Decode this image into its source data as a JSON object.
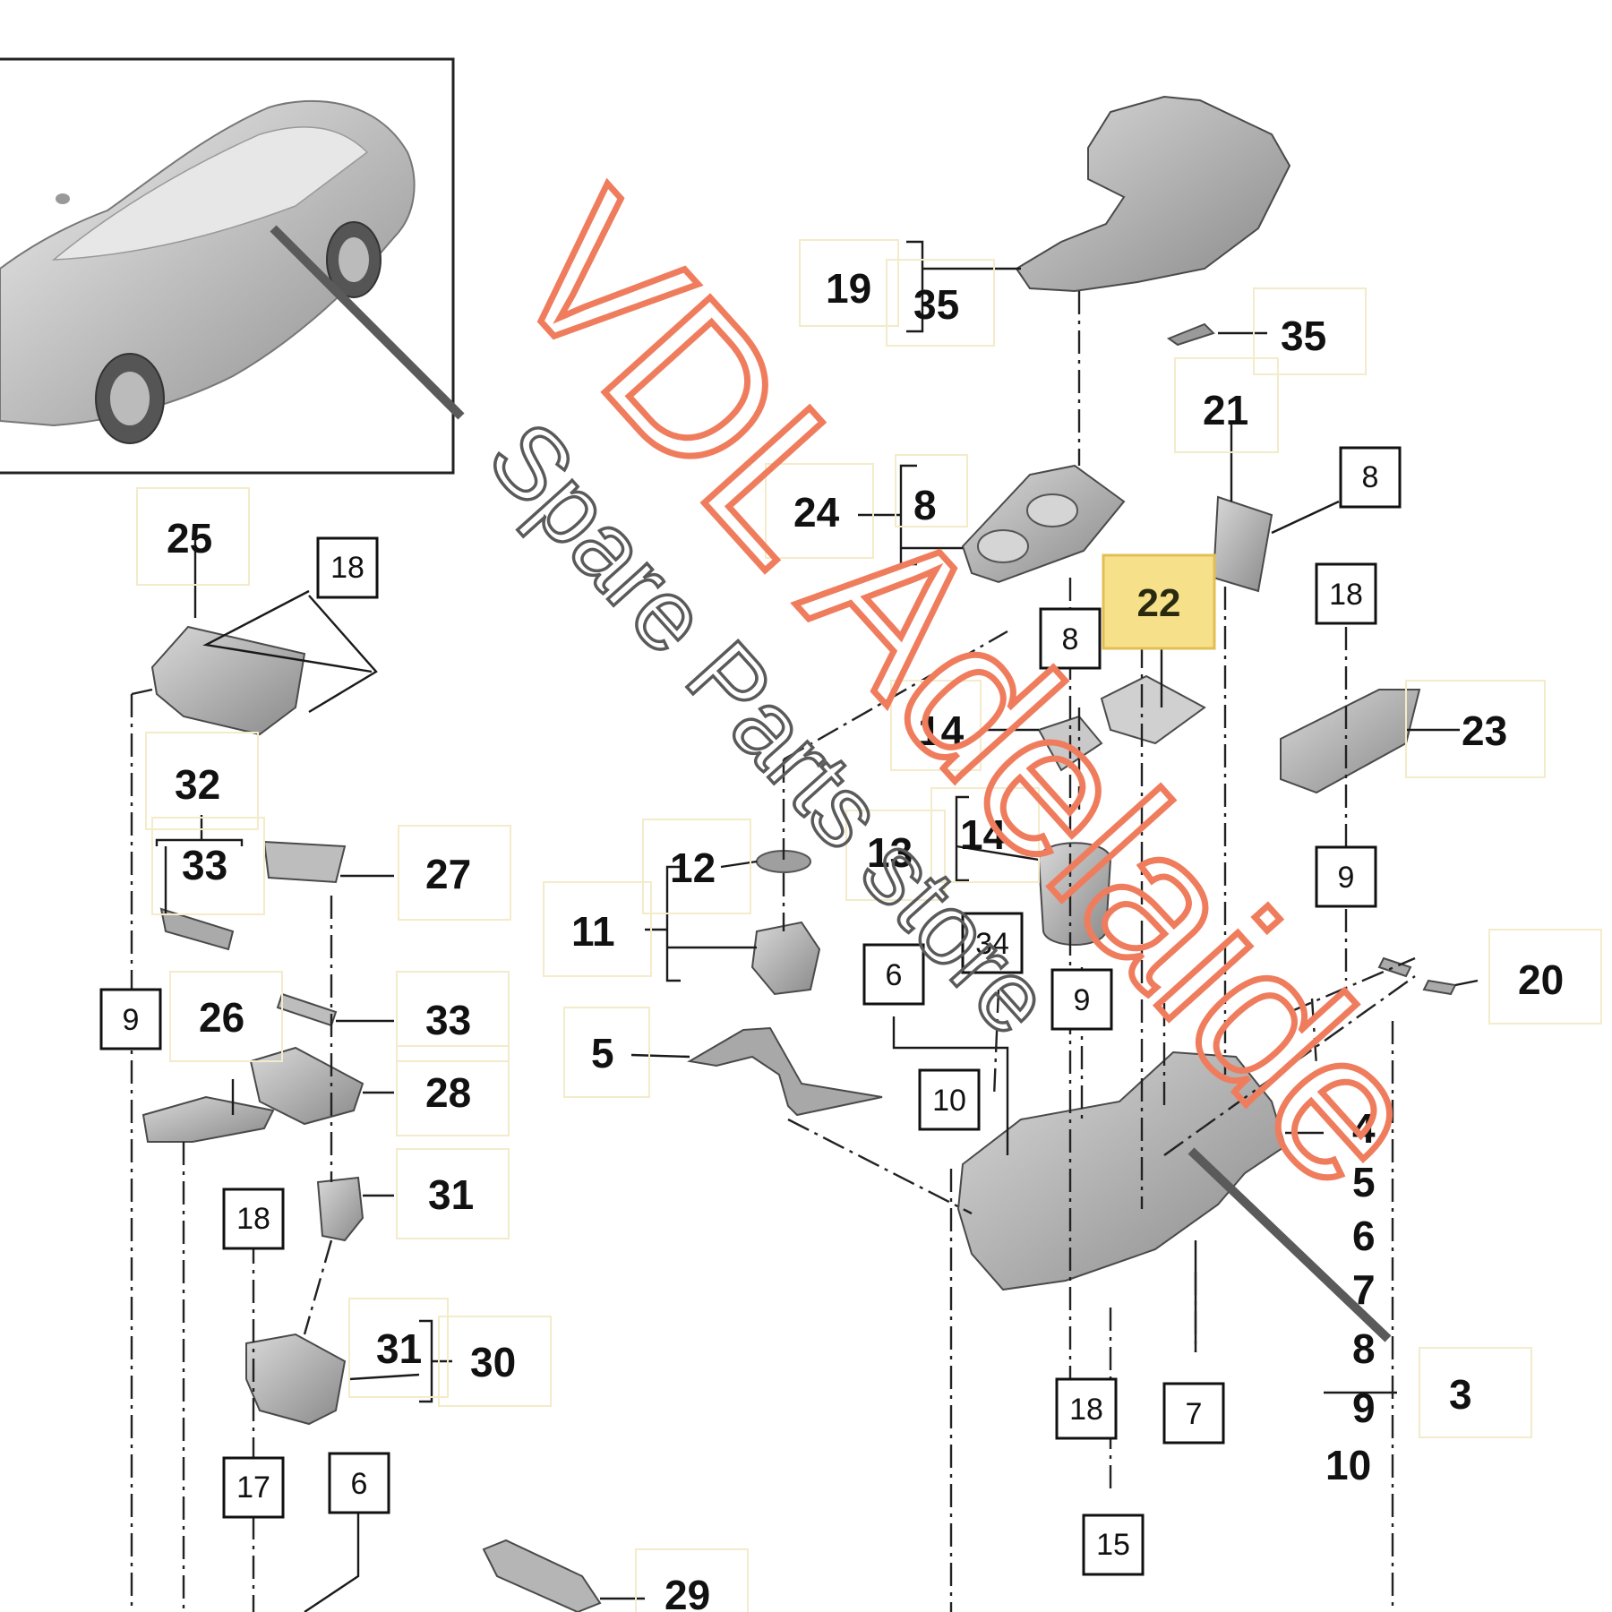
{
  "watermark": {
    "brand": "VDL Adelaide",
    "tagline": "Spare Parts store",
    "brand_color": "#ef7d5d",
    "tagline_color": "#5a5a5a"
  },
  "callouts": {
    "c19": "19",
    "c35a": "35",
    "c35b": "35",
    "c21": "21",
    "c8a": "8",
    "c24": "24",
    "c8b": "8",
    "c22": "22",
    "c8c": "8",
    "c18a": "18",
    "c25": "25",
    "c18b": "18",
    "c14a": "14",
    "c23": "23",
    "c32": "32",
    "c33a": "33",
    "c27": "27",
    "c12": "12",
    "c13": "13",
    "c14b": "14",
    "c9a": "9",
    "c11": "11",
    "c34": "34",
    "c20": "20",
    "c9b": "9",
    "c26": "26",
    "c33b": "33",
    "c6a": "6",
    "c9c": "9",
    "c5a": "5",
    "c28": "28",
    "c10a": "10",
    "c4": "4",
    "c5b": "5",
    "c31a": "31",
    "c18c": "18",
    "c6b": "6",
    "c7a": "7",
    "c31b": "31",
    "c30": "30",
    "c8d": "8",
    "c3": "3",
    "c9d": "9",
    "c18d": "18",
    "c7b": "7",
    "c10b": "10",
    "c17": "17",
    "c6c": "6",
    "c15": "15",
    "c29": "29"
  },
  "colors": {
    "highlight_fill": "#f7e08a",
    "highlight_border": "#e0bf55",
    "part_fill": "#b9b9b9",
    "frame": "#222222"
  }
}
